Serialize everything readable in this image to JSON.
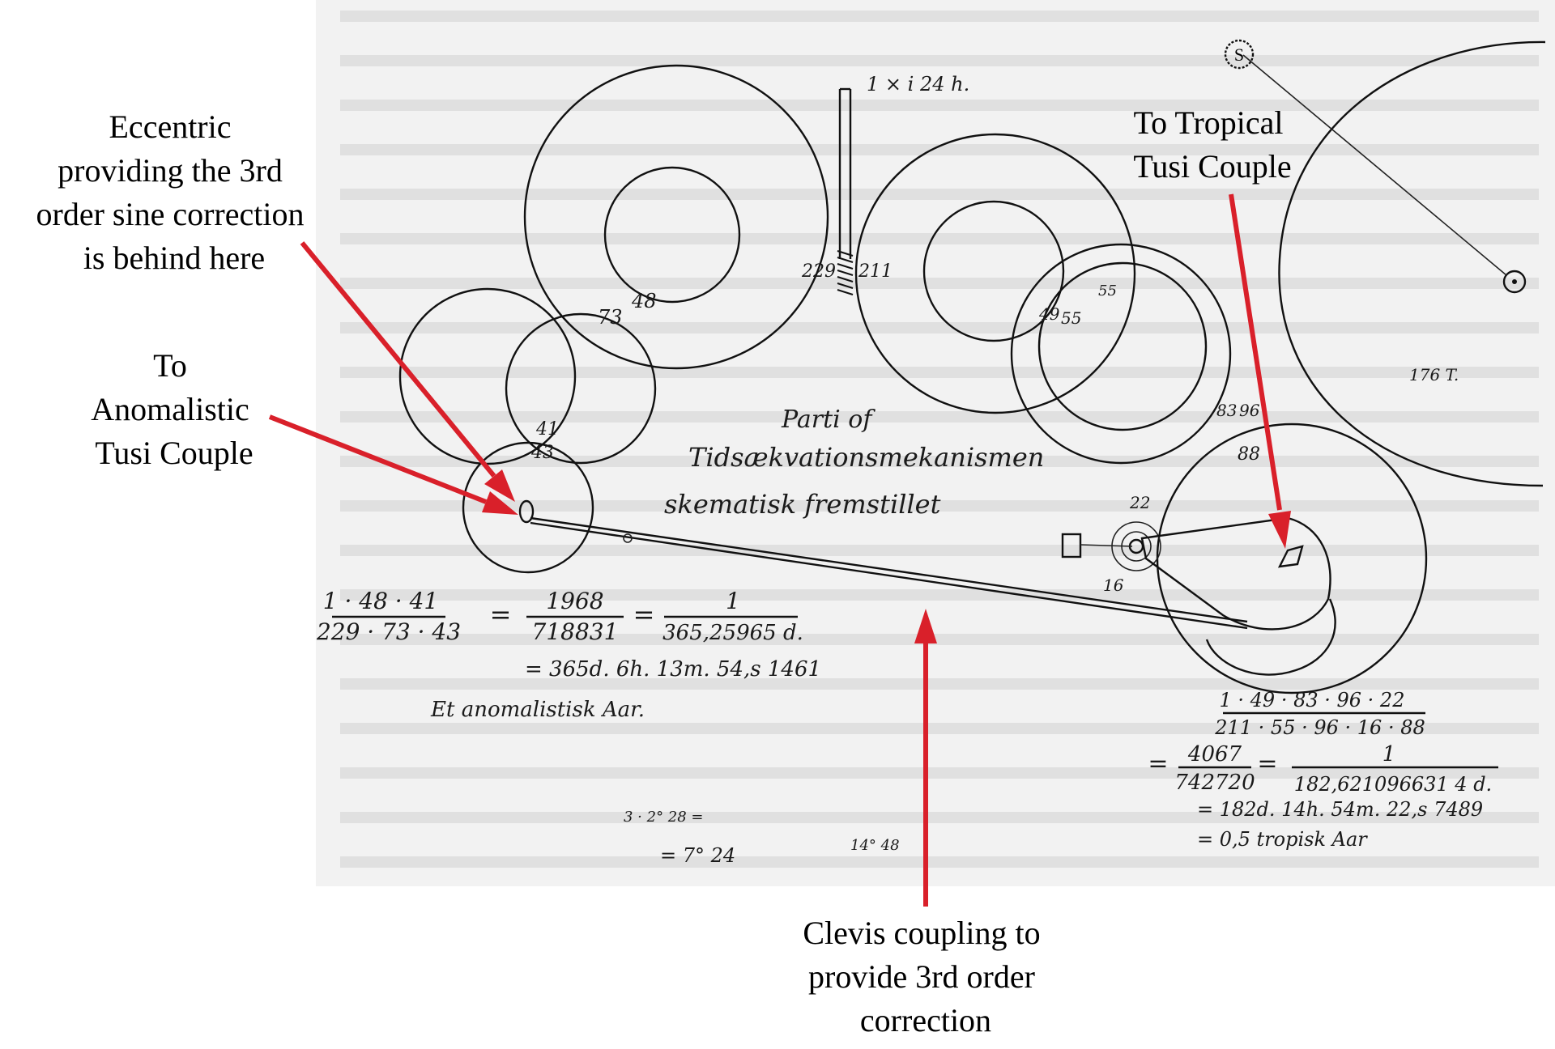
{
  "colors": {
    "page_background": "#f2f2f2",
    "ink": "#111111",
    "arrow": "#d9202a"
  },
  "captions": {
    "eccentric": [
      "Eccentric",
      "providing the 3rd",
      "order sine correction",
      "is behind here"
    ],
    "anomalistic": [
      "To",
      "Anomalistic",
      "Tusi Couple"
    ],
    "tropical": [
      "To Tropical",
      "Tusi Couple"
    ],
    "clevis": [
      "Clevis coupling to",
      "provide 3rd order",
      "correction"
    ]
  },
  "drawing": {
    "title_lines": [
      "Parti of",
      "Tidsækvationsmekanismen",
      "skematisk fremstillet"
    ],
    "shaft_label": "1 × i 24 h.",
    "sun_symbol": "S",
    "gear_teeth": {
      "g229": "229",
      "g211": "211",
      "g48": "48",
      "g73": "73",
      "g41": "41",
      "g43": "43",
      "g49": "49",
      "g55a": "55",
      "g55b": "55",
      "g83": "83",
      "g96": "96",
      "g88": "88",
      "g22": "22",
      "g16": "16",
      "g176": "176 T."
    },
    "formula_anomalistic": {
      "num1": "1 · 48 · 41",
      "den1": "229 · 73 · 43",
      "eq1": "=",
      "num2": "1968",
      "den2": "718831",
      "eq2": "=",
      "num3": "1",
      "den3": "365,25965 d.",
      "result": "= 365d. 6h. 13m. 54,s 1461",
      "label": "Et anomalistisk Aar."
    },
    "formula_tropical": {
      "num1": "1 · 49 · 83 · 96 · 22",
      "den1": "211 · 55 · 96 · 16 · 88",
      "eq1": "=",
      "num2": "4067",
      "den2": "742720",
      "eq2": "=",
      "num3": "1",
      "den3": "182,621096631 4 d.",
      "result1": "= 182d. 14h. 54m. 22,s 7489",
      "result2": "= 0,5 tropisk Aar",
      "note1": "3 · 2° 28 =",
      "note2": "= 7° 24",
      "note3": "14° 48"
    }
  }
}
